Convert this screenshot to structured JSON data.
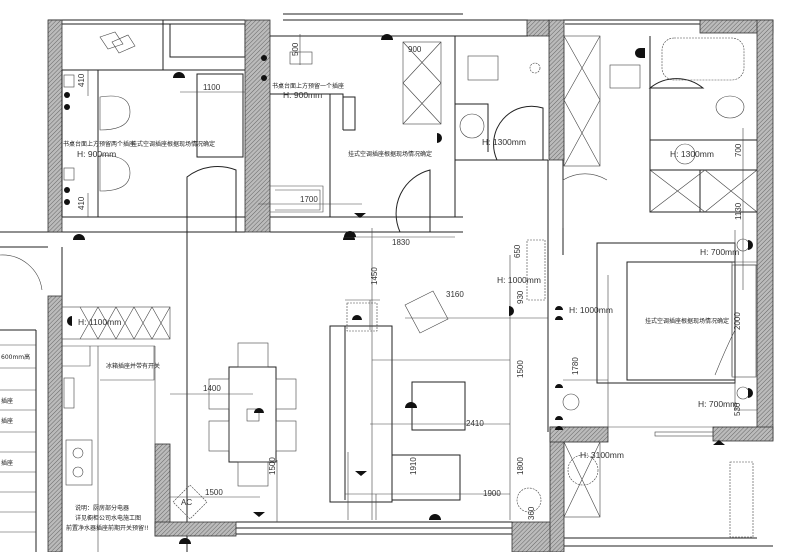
{
  "dims": {
    "d410a": "410",
    "d410b": "410",
    "d1100": "1100",
    "d500": "500",
    "d900": "900",
    "d1700": "1700",
    "d1830": "1830",
    "d1450": "1450",
    "d3160": "3160",
    "d650": "650",
    "d930": "930",
    "d1500a": "1500",
    "d1780": "1780",
    "d2410": "2410",
    "d1910": "1910",
    "d1800": "1800",
    "d1900": "1900",
    "d360": "360",
    "d1400": "1400",
    "d1500b": "1500",
    "d1500c": "1500",
    "d700": "700",
    "d1130": "1130",
    "d2000": "2000",
    "d530": "530"
  },
  "heights": {
    "bed1_desk": "H: 900mm",
    "bed2_desk": "H: 900mm",
    "kitchen": "H: 1100mm",
    "wc1": "H: 1300mm",
    "wc2": "H: 1300mm",
    "living1": "H: 1000mm",
    "living2": "H: 1000mm",
    "master1": "H: 700mm",
    "master2": "H: 700mm",
    "balcony": "H: 3100mm"
  },
  "notes": {
    "bed1_socket": "书桌台面上方预留两个插座",
    "bed1_ac": "挂式空调插座根据现场情况确定",
    "bed2_socket": "书桌台面上方预留一个插座",
    "bed2_ac": "挂式空调插座根据现场情况确定",
    "master_ac": "挂式空调插座根据现场情况确定",
    "fridge": "冰箱插座并带有开关",
    "kitchen_note1": "说明：厨房部分电器",
    "kitchen_note2": "详见橱柜公司水电施工图",
    "kitchen_note3": "前置净水器插座前期开关预留!!",
    "ac": "AC",
    "stair1": "600mm高",
    "stair2": "插座",
    "stair3": "插座",
    "stair4": "插座"
  }
}
